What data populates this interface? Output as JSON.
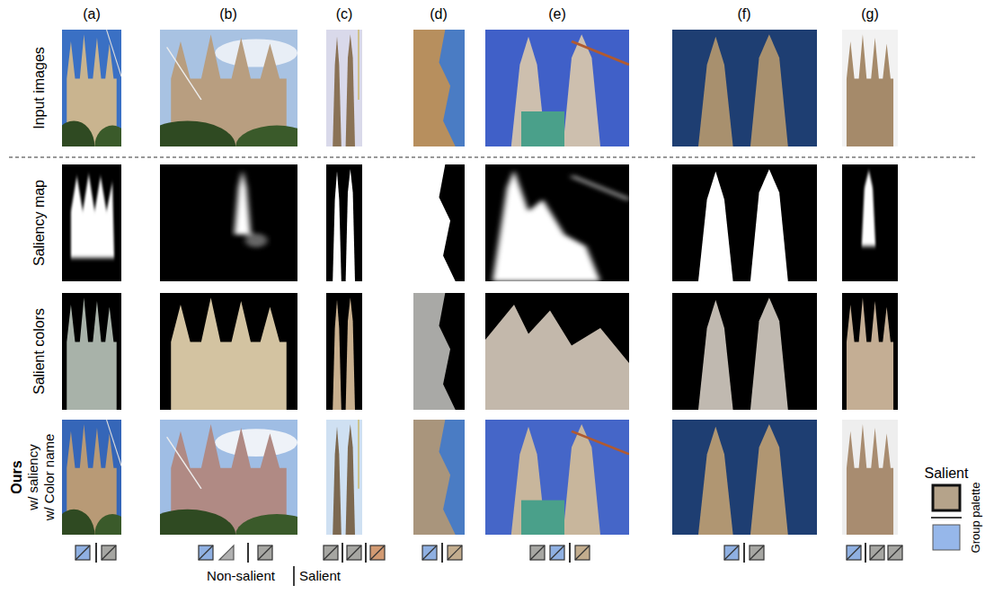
{
  "diagram": {
    "labels": [
      "(a)",
      "(b)",
      "(c)",
      "(d)",
      "(e)",
      "(f)",
      "(g)",
      "Input images",
      "Saliency map",
      "Salient colors",
      "Ours",
      "w/ saliency",
      "w/ Color name",
      "Salient",
      "Group palette",
      "Non-salient",
      "Salient"
    ]
  }
}
